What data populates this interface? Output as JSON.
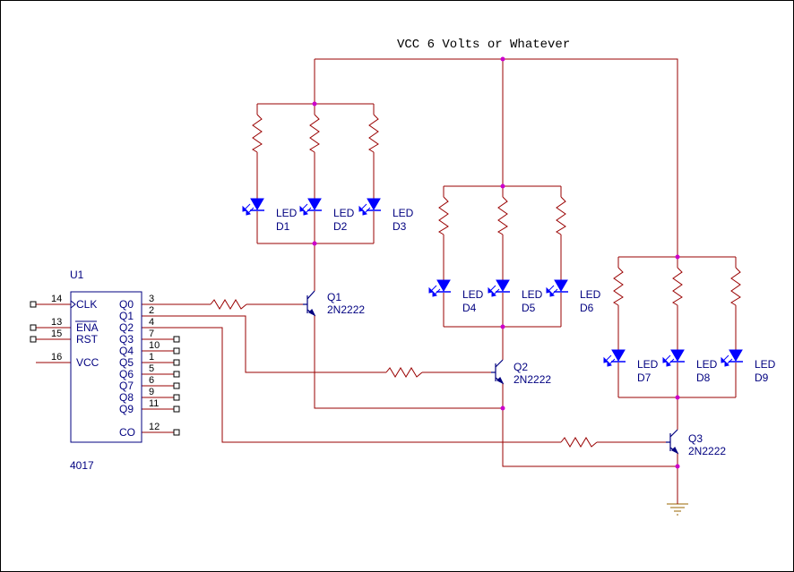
{
  "title": "VCC 6 Volts or Whatever",
  "colors": {
    "wire": "#990000",
    "junction": "#cc00cc",
    "led": "#0000ff",
    "text": "#000080",
    "body": "#000080",
    "frame": "#000000",
    "ground": "#996600"
  },
  "ic": {
    "ref": "U1",
    "part": "4017",
    "left_pins": [
      {
        "num": "14",
        "label": "CLK"
      },
      {
        "num": "13",
        "label": "ENA"
      },
      {
        "num": "15",
        "label": "RST"
      },
      {
        "num": "16",
        "label": "VCC"
      }
    ],
    "right_pins": [
      {
        "num": "3",
        "label": "Q0"
      },
      {
        "num": "2",
        "label": "Q1"
      },
      {
        "num": "4",
        "label": "Q2"
      },
      {
        "num": "7",
        "label": "Q3"
      },
      {
        "num": "10",
        "label": "Q4"
      },
      {
        "num": "1",
        "label": "Q5"
      },
      {
        "num": "5",
        "label": "Q6"
      },
      {
        "num": "6",
        "label": "Q7"
      },
      {
        "num": "9",
        "label": "Q8"
      },
      {
        "num": "11",
        "label": "Q9"
      },
      {
        "num": "12",
        "label": "CO"
      }
    ]
  },
  "transistors": [
    {
      "ref": "Q1",
      "part": "2N2222"
    },
    {
      "ref": "Q2",
      "part": "2N2222"
    },
    {
      "ref": "Q3",
      "part": "2N2222"
    }
  ],
  "leds": [
    {
      "word": "LED",
      "ref": "D1"
    },
    {
      "word": "LED",
      "ref": "D2"
    },
    {
      "word": "LED",
      "ref": "D3"
    },
    {
      "word": "LED",
      "ref": "D4"
    },
    {
      "word": "LED",
      "ref": "D5"
    },
    {
      "word": "LED",
      "ref": "D6"
    },
    {
      "word": "LED",
      "ref": "D7"
    },
    {
      "word": "LED",
      "ref": "D8"
    },
    {
      "word": "LED",
      "ref": "D9"
    }
  ]
}
